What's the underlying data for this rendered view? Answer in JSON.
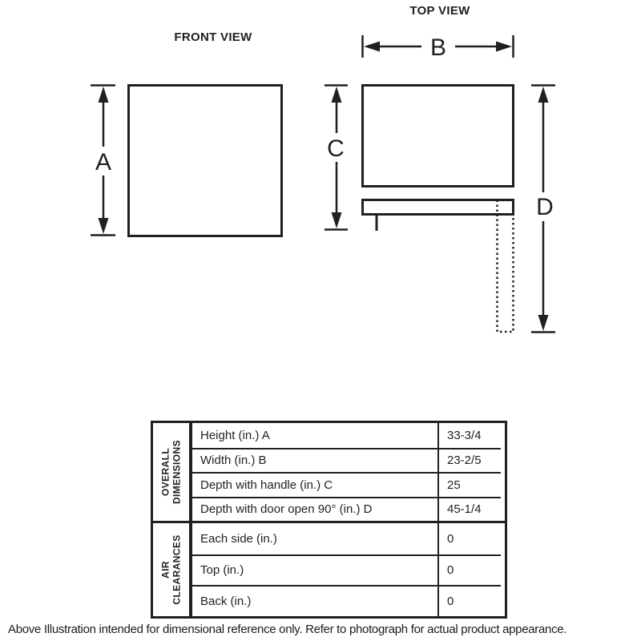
{
  "colors": {
    "ink": "#231f20",
    "background": "#ffffff"
  },
  "front_view": {
    "title": "FRONT VIEW",
    "dim_label_a": "A"
  },
  "top_view": {
    "title": "TOP VIEW",
    "dim_label_b": "B",
    "dim_label_c": "C",
    "dim_label_d": "D"
  },
  "table": {
    "sections": [
      {
        "header": [
          "OVERALL",
          "DIMENSIONS"
        ],
        "rows": [
          {
            "label": "Height (in.) A",
            "value": "33-3/4"
          },
          {
            "label": "Width (in.) B",
            "value": "23-2/5"
          },
          {
            "label": "Depth with handle (in.) C",
            "value": "25"
          },
          {
            "label": "Depth with door open 90° (in.) D",
            "value": "45-1/4"
          }
        ]
      },
      {
        "header": [
          "AIR",
          "CLEARANCES"
        ],
        "rows": [
          {
            "label": "Each side (in.)",
            "value": "0"
          },
          {
            "label": "Top (in.)",
            "value": "0"
          },
          {
            "label": "Back (in.)",
            "value": "0"
          }
        ]
      }
    ]
  },
  "footnote": "Above Illustration intended for dimensional reference only. Refer to photograph for actual product appearance."
}
